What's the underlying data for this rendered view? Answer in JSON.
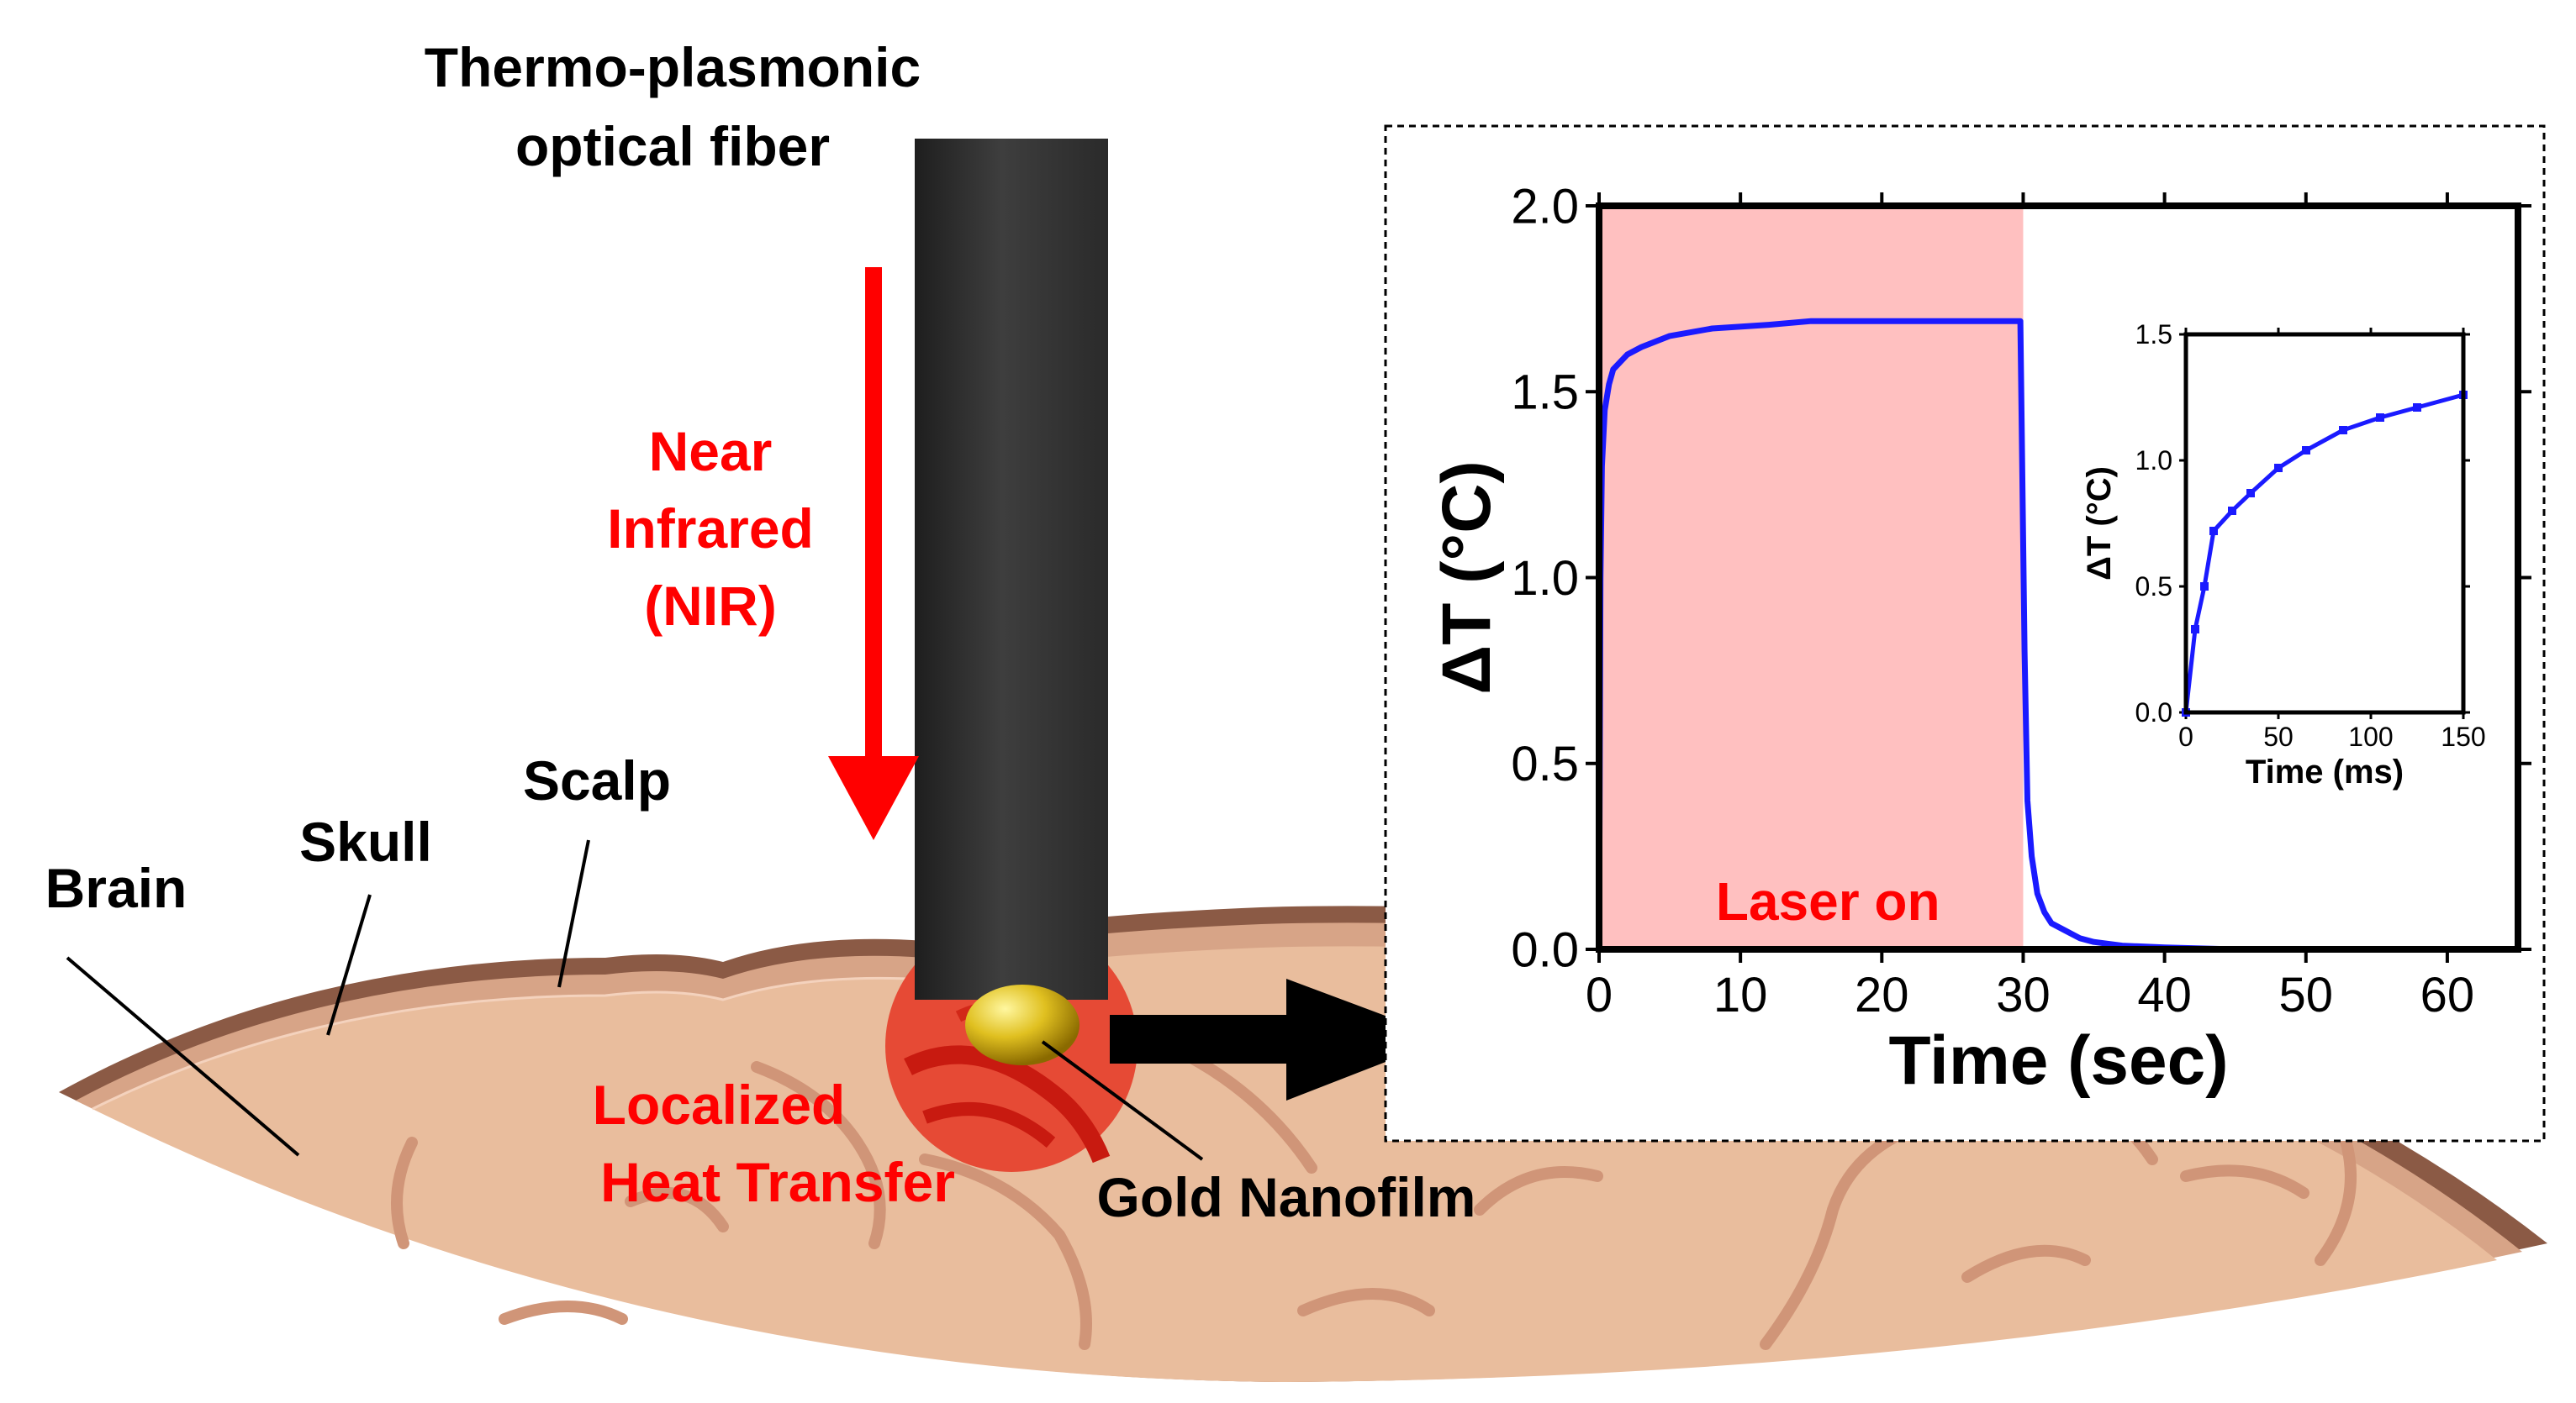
{
  "labels": {
    "fiber_line1": "Thermo-plasmonic",
    "fiber_line2": "optical fiber",
    "nir_line1": "Near",
    "nir_line2": "Infrared",
    "nir_line3": "(NIR)",
    "scalp": "Scalp",
    "skull": "Skull",
    "brain": "Brain",
    "heat_line1": "Localized",
    "heat_line2": "Heat Transfer",
    "gold": "Gold Nanofilm"
  },
  "colors": {
    "red_text": "#ff0000",
    "fiber": "#3a3a3a",
    "skin": "#e9bd9d",
    "scalp": "#8b5a45",
    "heat": "#e23020",
    "gold": "#e0c020",
    "curve": "#1a1aff",
    "laser_band": "#ffc0c0"
  },
  "chart_data": [
    {
      "type": "line",
      "xlabel": "Time (sec)",
      "ylabel": "ΔT (°C)",
      "xlim": [
        0,
        65
      ],
      "ylim": [
        0,
        2.0
      ],
      "x_ticks": [
        0,
        10,
        20,
        30,
        40,
        50,
        60
      ],
      "y_ticks": [
        0.0,
        0.5,
        1.0,
        1.5,
        2.0
      ],
      "y_tick_labels": [
        "0.0",
        "0.5",
        "1.0",
        "1.5",
        "2.0"
      ],
      "shaded_region": {
        "x": [
          0,
          30
        ],
        "label": "Laser on",
        "color": "#ffc0c0"
      },
      "series": [
        {
          "x": [
            0,
            0.1,
            0.2,
            0.4,
            0.7,
            1,
            2,
            3,
            5,
            8,
            12,
            15,
            20,
            25,
            29.8,
            30.1,
            30.3,
            30.6,
            31,
            31.5,
            32,
            33,
            34,
            35,
            37,
            40,
            45,
            50,
            55,
            60
          ],
          "y": [
            0,
            1.0,
            1.3,
            1.45,
            1.52,
            1.56,
            1.6,
            1.62,
            1.65,
            1.67,
            1.68,
            1.69,
            1.69,
            1.69,
            1.69,
            0.8,
            0.4,
            0.25,
            0.15,
            0.1,
            0.07,
            0.05,
            0.03,
            0.02,
            0.01,
            0.005,
            0.0,
            0.0,
            0.0,
            0.0
          ]
        }
      ]
    },
    {
      "type": "line",
      "xlabel": "Time (ms)",
      "ylabel": "ΔT (°C)",
      "xlim": [
        0,
        150
      ],
      "ylim": [
        0,
        1.5
      ],
      "x_ticks": [
        0,
        50,
        100,
        150
      ],
      "y_ticks": [
        0.0,
        0.5,
        1.0,
        1.5
      ],
      "y_tick_labels": [
        "0.0",
        "0.5",
        "1.0",
        "1.5"
      ],
      "series": [
        {
          "x": [
            0,
            5,
            10,
            15,
            25,
            35,
            50,
            65,
            85,
            105,
            125,
            150
          ],
          "y": [
            0,
            0.33,
            0.5,
            0.72,
            0.8,
            0.87,
            0.97,
            1.04,
            1.12,
            1.17,
            1.21,
            1.26
          ]
        }
      ]
    }
  ]
}
